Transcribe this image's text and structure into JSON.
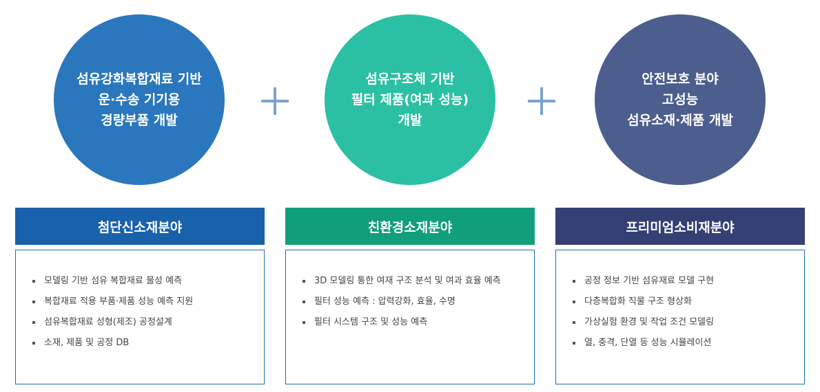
{
  "colors": {
    "circle_1": "#2a77bd",
    "circle_2": "#2bbfa3",
    "circle_3": "#4c5e8e",
    "header_1": "#1a61ac",
    "header_2": "#119e7b",
    "header_3": "#343f73",
    "plus": "#7aa3cf",
    "box_border": "#1c69b4"
  },
  "circles": [
    {
      "lines": [
        "섬유강화복합재료 기반",
        "운·수송 기기용",
        "경량부품 개발"
      ]
    },
    {
      "lines": [
        "섬유구조체 기반",
        "필터 제품(여과 성능)",
        "개발"
      ]
    },
    {
      "lines": [
        "안전보호 분야",
        "고성능",
        "섬유소재·제품 개발"
      ]
    }
  ],
  "connectors": [
    "plus-icon",
    "plus-icon"
  ],
  "categories": [
    {
      "title": "첨단신소재분야",
      "items": [
        "모델링 기반 섬유 복합재료 물성 예측",
        "복합재료 적용 부품·제품 성능 예측 지원",
        "섬유복합재료 성형(제조) 공정설계",
        "소재, 제품 및 공정 DB"
      ]
    },
    {
      "title": "친환경소재분야",
      "items": [
        "3D 모델링 통한 여재 구조 분석 및 여과 효율 예측",
        "필터 성능 예측 : 압력강화, 효율, 수명",
        "필터 시스템 구조 및 성능 예측"
      ]
    },
    {
      "title": "프리미엄소비재분야",
      "items": [
        "공정 정보 기반 섬유재료 모델 구현",
        "다층복합화 직물 구조 형상화",
        "가상실험 환경 및 작업 조건 모델링",
        "열, 충격, 단열 등 성능 시뮬레이션"
      ]
    }
  ]
}
